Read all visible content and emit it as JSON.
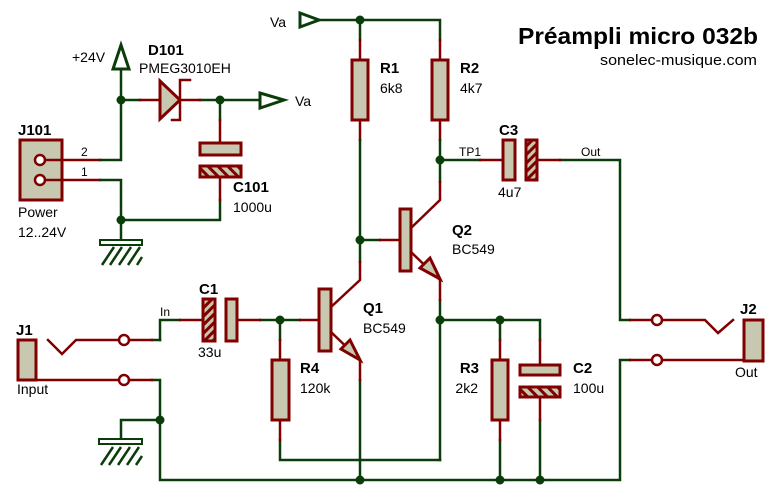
{
  "title": "Préampli micro 032b",
  "website": "sonelec-musique.com",
  "rails": {
    "plus24v": "+24V",
    "va_source": "Va",
    "va_supply": "Va"
  },
  "net_labels": {
    "in": "In",
    "tp1": "TP1",
    "out": "Out"
  },
  "components": {
    "J101": {
      "ref": "J101",
      "value": "Power",
      "value2": "12..24V",
      "pin2": "2",
      "pin1": "1"
    },
    "D101": {
      "ref": "D101",
      "value": "PMEG3010EH"
    },
    "C101": {
      "ref": "C101",
      "value": "1000u"
    },
    "R1": {
      "ref": "R1",
      "value": "6k8"
    },
    "R2": {
      "ref": "R2",
      "value": "4k7"
    },
    "R3": {
      "ref": "R3",
      "value": "2k2"
    },
    "R4": {
      "ref": "R4",
      "value": "120k"
    },
    "C1": {
      "ref": "C1",
      "value": "33u"
    },
    "C2": {
      "ref": "C2",
      "value": "100u"
    },
    "C3": {
      "ref": "C3",
      "value": "4u7"
    },
    "Q1": {
      "ref": "Q1",
      "value": "BC549"
    },
    "Q2": {
      "ref": "Q2",
      "value": "BC549"
    },
    "J1": {
      "ref": "J1",
      "value": "Input"
    },
    "J2": {
      "ref": "J2",
      "value": "Out"
    }
  },
  "colors": {
    "wire": "#0b3d0b",
    "pin": "#800000",
    "body": "#c8c8b0",
    "background": "#ffffff"
  }
}
